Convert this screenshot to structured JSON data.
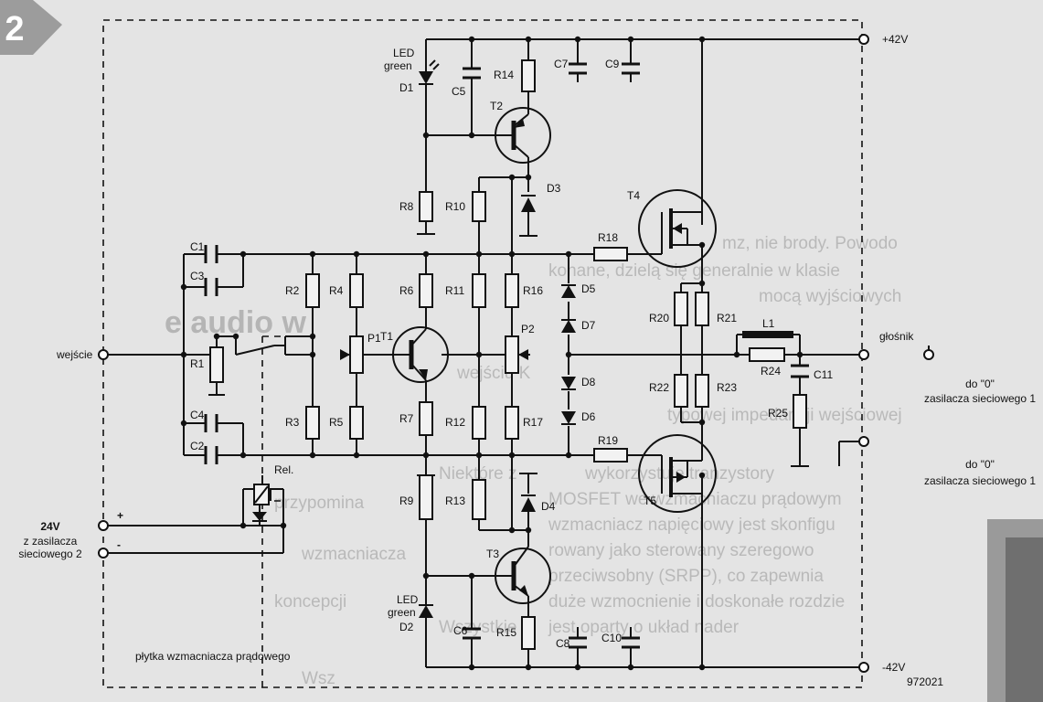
{
  "figure_number": "2",
  "rails": {
    "plus": "+42V",
    "minus": "-42V"
  },
  "labels": {
    "input": "wejście",
    "speaker": "głośnik",
    "ground1": "do \"0\"",
    "ground1_sub": "zasilacza sieciowego 1",
    "ground2": "do \"0\"",
    "ground2_sub": "zasilacza sieciowego 1",
    "supply_v": "24V",
    "supply_l1": "z zasilacza",
    "supply_l2": "sieciowego 2",
    "plus": "+",
    "minus": "-",
    "board": "płytka wzmacniacza prądowego",
    "code": "972021"
  },
  "components": {
    "D1": "D1",
    "D2": "D2",
    "D3": "D3",
    "D4": "D4",
    "D5": "D5",
    "D6": "D6",
    "D7": "D7",
    "D8": "D8",
    "led1_a": "LED",
    "led1_b": "green",
    "led2_a": "LED",
    "led2_b": "green",
    "C1": "C1",
    "C2": "C2",
    "C3": "C3",
    "C4": "C4",
    "C5": "C5",
    "C6": "C6",
    "C7": "C7",
    "C8": "C8",
    "C9": "C9",
    "C10": "C10",
    "C11": "C11",
    "R1": "R1",
    "R2": "R2",
    "R3": "R3",
    "R4": "R4",
    "R5": "R5",
    "R6": "R6",
    "R7": "R7",
    "R8": "R8",
    "R9": "R9",
    "R10": "R10",
    "R11": "R11",
    "R12": "R12",
    "R13": "R13",
    "R14": "R14",
    "R15": "R15",
    "R16": "R16",
    "R17": "R17",
    "R18": "R18",
    "R19": "R19",
    "R20": "R20",
    "R21": "R21",
    "R22": "R22",
    "R23": "R23",
    "R24": "R24",
    "R25": "R25",
    "T1": "T1",
    "T2": "T2",
    "T3": "T3",
    "T4": "T4",
    "T5": "T5",
    "P1": "P1",
    "P2": "P2",
    "L1": "L1",
    "Rel": "Rel."
  },
  "background_text": [
    "mz, nie brody. Powodo",
    "konane, dzielą się generalnie w klasie",
    "mocą wyjściowych",
    "e audio w",
    "wejściu K",
    "typowej impedancji wejściowej",
    "wykorzystuje tranzystory",
    "MOSFET we wzmacniaczu prądowym",
    "wzmacniacz napięciowy jest skonfigu",
    "rowany jako sterowany szeregowo",
    "przeciwsobny (SRPP), co zapewnia",
    "duże wzmocnienie i doskonałe rozdzie",
    "jest oparty o układ nader",
    "Niektóre z",
    "przypomina",
    "wzmacniacza",
    "koncepcji",
    "Wszystkie",
    "Wsz"
  ]
}
